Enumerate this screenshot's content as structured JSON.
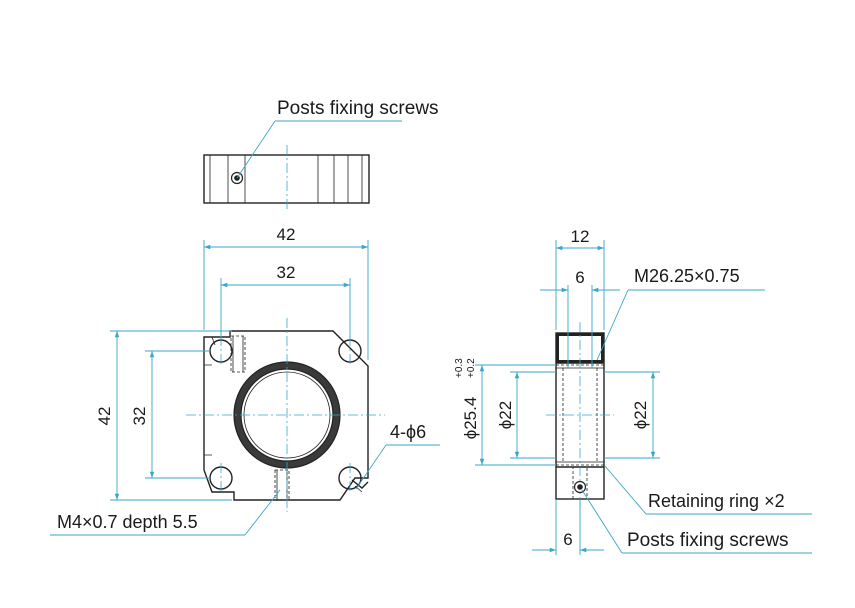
{
  "colors": {
    "dimension_line": "#3aa6c9",
    "outline": "#222222",
    "ring": "#3a3a3a"
  },
  "top_view": {
    "callout": "Posts fixing screws"
  },
  "front_view": {
    "width_outer": "42",
    "width_holes": "32",
    "height_outer": "42",
    "height_holes": "32",
    "holes_callout": "4-ϕ6",
    "tapped_callout": "M4×0.7 depth 5.5"
  },
  "side_view": {
    "thickness": "12",
    "inner_width": "6",
    "thread_callout": "M26.25×0.75",
    "bore_dia": "ϕ25.4",
    "bore_tol_upper": "+0.3",
    "bore_tol_lower": "+0.2",
    "inner_dia_left": "ϕ22",
    "inner_dia_right": "ϕ22",
    "ring_callout": "Retaining ring ×2",
    "bottom_width": "6",
    "screws_callout": "Posts fixing screws"
  }
}
